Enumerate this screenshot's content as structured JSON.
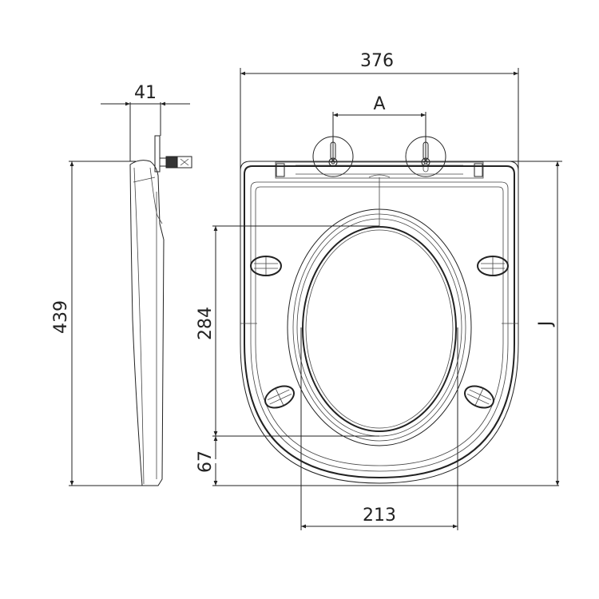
{
  "drawing": {
    "title": "Toilet seat technical dimension drawing",
    "views": [
      "side-view",
      "top-view"
    ],
    "line_color": "#222222",
    "background": "#ffffff"
  },
  "dimensions": {
    "overall_width": "376",
    "hinge_spacing": "A",
    "hinge_depth": "41",
    "overall_length_side": "439",
    "overall_length_top": "J",
    "front_to_opening": "284",
    "front_offset": "67",
    "opening_width": "213"
  }
}
